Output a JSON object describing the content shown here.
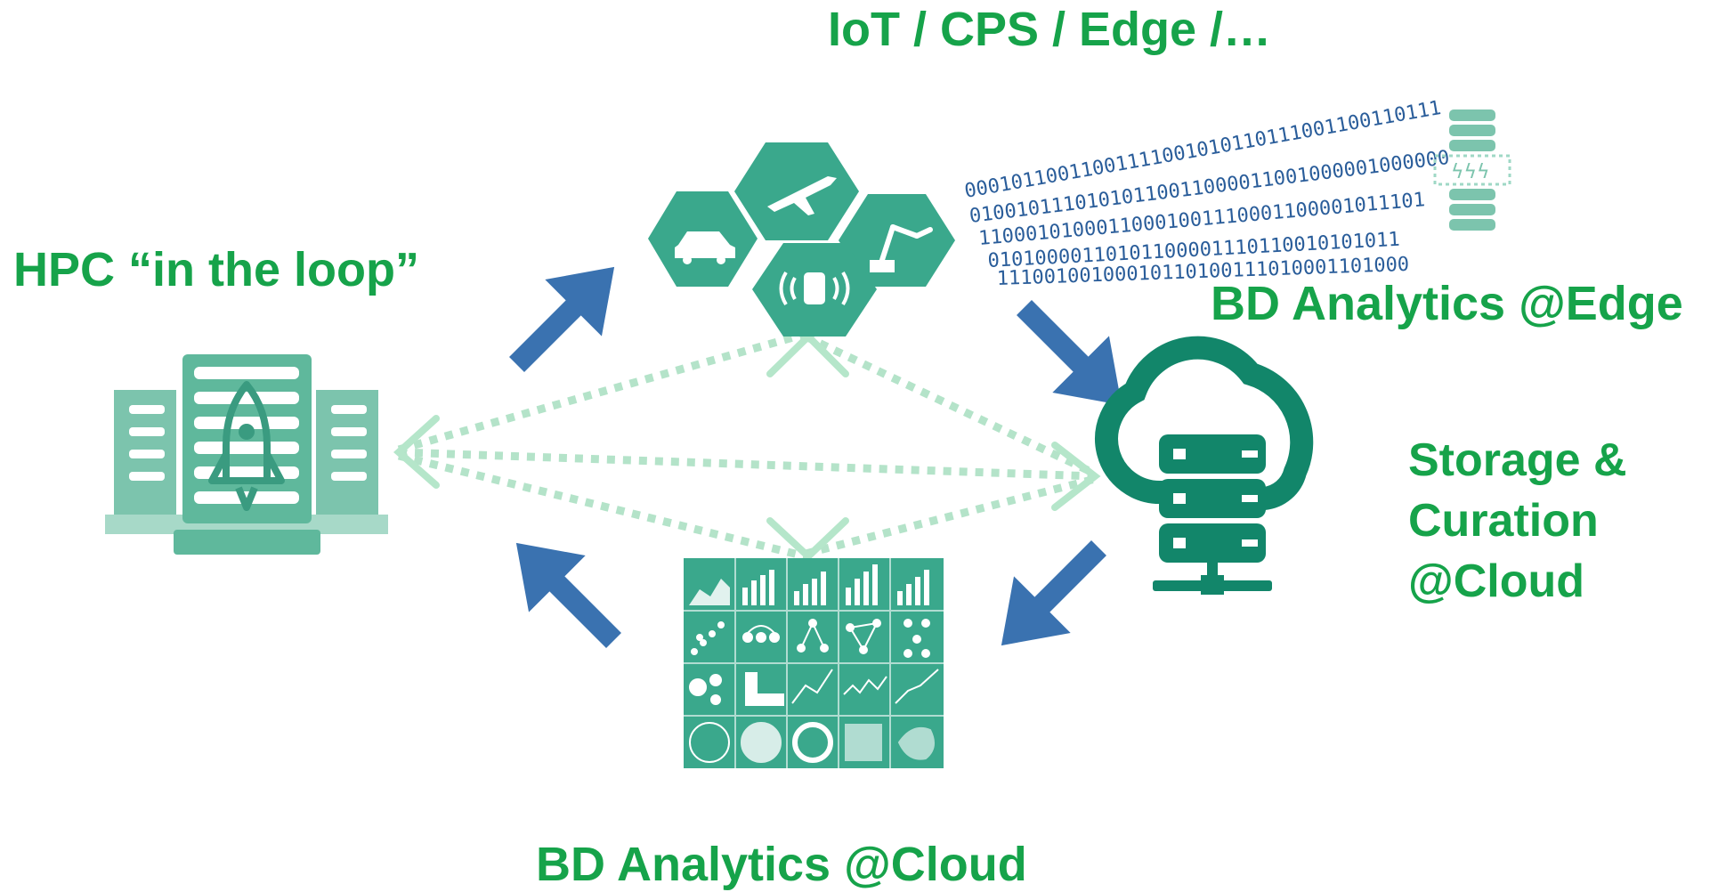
{
  "labels": {
    "top": "IoT / CPS / Edge /…",
    "hpc": "HPC “in the loop”",
    "edge": "BD Analytics @Edge",
    "storage_line1": "Storage &",
    "storage_line2": "Curation",
    "storage_line3": "@Cloud",
    "cloud_analytics": "BD Analytics @Cloud"
  },
  "binary_lines": [
    "00010110011001111001010110111001100110111",
    "01001011101010110011000011001000001000000",
    "11000101000110001001110001100001011101",
    "01010000110101100001110110010101011",
    "11100100100010110100111010001101000"
  ],
  "colors": {
    "green_text": "#16a34a",
    "teal": "#3aa88c",
    "teal_dark": "#12866a",
    "teal_light": "#7cc4ad",
    "arrow_blue": "#3a72b0",
    "dotted": "#9ed9b8",
    "binary_blue": "#2a5d9a"
  },
  "icons": [
    "airplane-icon",
    "car-icon",
    "robot-arm-icon",
    "phone-signal-icon",
    "rocket-icon",
    "cloud-server-icon",
    "server-rack-icon",
    "chart-grid-icon"
  ]
}
